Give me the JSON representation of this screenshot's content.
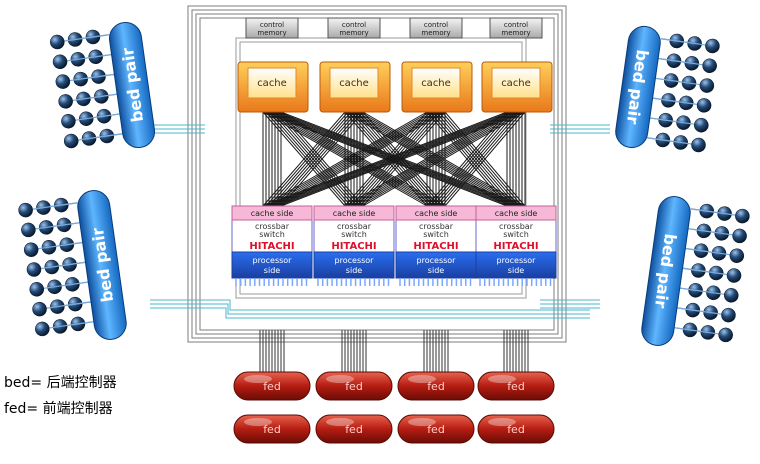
{
  "control_memory": {
    "label_line1": "control",
    "label_line2": "memory",
    "count": 4
  },
  "cache": {
    "label": "cache",
    "count": 4
  },
  "crossbar_switch": {
    "top_label": "cache side",
    "line1": "crossbar",
    "line2": "switch",
    "brand": "HITACHI",
    "bottom_line1": "processor",
    "bottom_line2": "side",
    "count": 4
  },
  "bed_pair": {
    "label": "bed pair",
    "count": 4
  },
  "fed": {
    "label": "fed",
    "count": 8
  },
  "legend": {
    "bed": "bed= 后端控制器",
    "fed": "fed= 前端控制器"
  },
  "colors": {
    "frame_line": "#8a8a8a",
    "cache_orange": "#f39a1e",
    "cache_inner": "#fff1c4",
    "switch_blue": "#2a5fd6",
    "switch_pink": "#f3b3d2",
    "hitachi_red": "#e0102a",
    "bed_blue": "#2f8fe0",
    "fed_red": "#c0281c",
    "ball_dark": "#1a2f4a"
  }
}
